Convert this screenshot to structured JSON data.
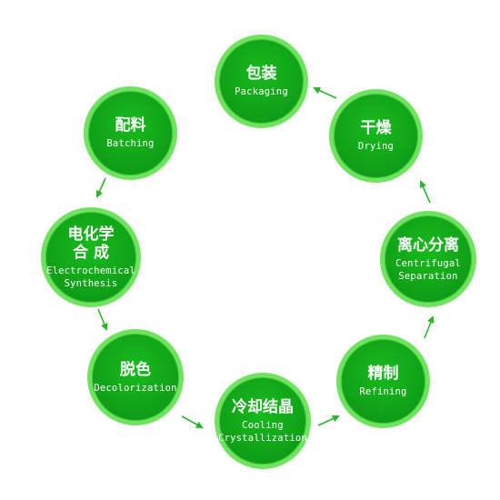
{
  "colors": {
    "node_fill": "#119f18",
    "node_border": "#6fe35f",
    "arrow": "#2db52d",
    "text": "#ffffff"
  },
  "nodes": [
    {
      "id": "packaging",
      "zh": "包装",
      "en": "Packaging"
    },
    {
      "id": "drying",
      "zh": "干燥",
      "en": "Drying"
    },
    {
      "id": "centrifugal-separation",
      "zh": "离心分离",
      "en": "Centrifugal\nSeparation"
    },
    {
      "id": "refining",
      "zh": "精制",
      "en": "Refining"
    },
    {
      "id": "cooling-crystallization",
      "zh": "冷却结晶",
      "en": "Cooling\nCrystallization"
    },
    {
      "id": "decolorization",
      "zh": "脱色",
      "en": "Decolorization"
    },
    {
      "id": "electrochemical-synthesis",
      "zh": "电化学\n合 成",
      "en": "Electrochemical\nSynthesis"
    },
    {
      "id": "batching",
      "zh": "配料",
      "en": "Batching"
    }
  ]
}
